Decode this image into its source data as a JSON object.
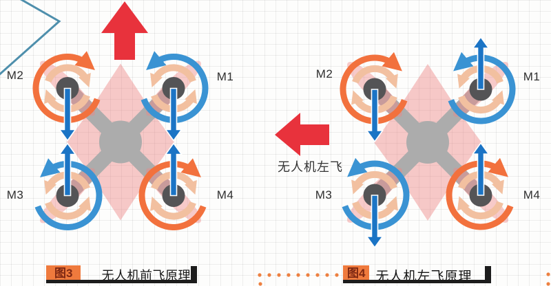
{
  "figure3": {
    "tag": "图3",
    "title": "无人机前飞原理",
    "motors": {
      "m1": "M1",
      "m2": "M2",
      "m3": "M3",
      "m4": "M4"
    }
  },
  "figure4": {
    "tag": "图4",
    "title": "无人机左飞原理",
    "flight_direction_label": "无人机左飞",
    "motors": {
      "m1": "M1",
      "m2": "M2",
      "m3": "M3",
      "m4": "M4"
    }
  },
  "colors": {
    "clockwise_rotor_ring": "#F2713D",
    "counterclockwise_rotor_ring": "#3A93D3",
    "thrust_arrow": "#1B74C5",
    "flight_direction_arrow": "#E8323C",
    "propeller_blur_arc": "#F2C0A0",
    "propeller_blade_pink": "#EE8282",
    "body_frame_gray": "#ACACAC",
    "caption_tag_background": "#EF7A3D",
    "caption_tag_text": "#7E2813",
    "dotted_guide_line": "#ED8040",
    "chevron_decoration": "#4E8FAC"
  }
}
